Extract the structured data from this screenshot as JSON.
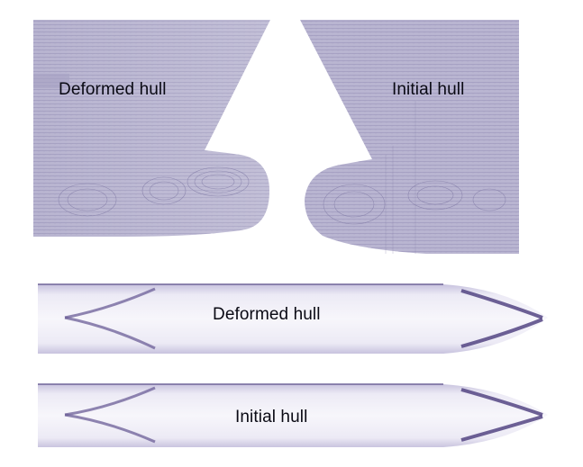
{
  "figure": {
    "bow_view_left_label": "Deformed hull",
    "bow_view_right_label": "Initial hull",
    "plan_view_top_label": "Deformed hull",
    "plan_view_bottom_label": "Initial hull"
  },
  "colors": {
    "hull_fill": "#b7b3cf",
    "contour_line": "#8c86ad",
    "plan_light": "#f1f0f8",
    "plan_dark": "#3f2f72"
  }
}
